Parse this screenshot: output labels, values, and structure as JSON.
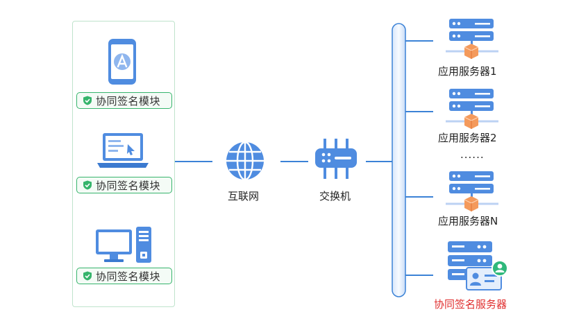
{
  "colors": {
    "accent_blue": "#3b82d6",
    "badge_green": "#35b46b",
    "panel_border": "#bfe3cc",
    "highlight_red": "#e02f2f",
    "cube_orange": "#f49a5c"
  },
  "clients": [
    {
      "icon": "phone-app-store-icon",
      "badge_label": "协同签名模块"
    },
    {
      "icon": "laptop-icon",
      "badge_label": "协同签名模块"
    },
    {
      "icon": "desktop-computer-icon",
      "badge_label": "协同签名模块"
    }
  ],
  "internet": {
    "icon": "globe-icon",
    "label": "互联网"
  },
  "switch": {
    "icon": "switch-icon",
    "label": "交换机"
  },
  "servers": [
    {
      "icon": "app-server-icon",
      "label": "应用服务器1"
    },
    {
      "icon": "app-server-icon",
      "label": "应用服务器2"
    },
    {
      "icon": "app-server-icon",
      "label": "应用服务器N"
    }
  ],
  "ellipsis": "......",
  "sign_server": {
    "icon": "signature-server-icon",
    "label": "协同签名服务器"
  }
}
